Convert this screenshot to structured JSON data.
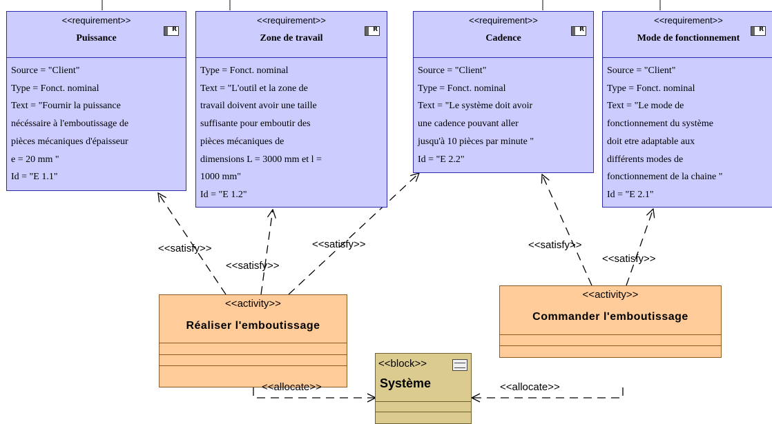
{
  "requirements": [
    {
      "stereotype": "<<requirement>>",
      "name": "Puissance",
      "lines": [
        "Source = \"Client\"",
        "Type = Fonct.   nominal",
        "Text = \"Fournir   la puissance",
        "nécéssaire à l'emboutissage de",
        "pièces mécaniques d'épaisseur",
        "e = 20 mm \"",
        "Id = \"E  1.1\""
      ]
    },
    {
      "stereotype": "<<requirement>>",
      "name": "Zone de travail",
      "lines": [
        "Type = Fonct.   nominal",
        "Text = \"L'outil    et la zone de",
        "travail doivent avoir une taille",
        "suffisante pour emboutir des",
        "pièces mécaniques de",
        "dimensions L = 3000 mm et l =",
        "1000 mm\"",
        "Id = \"E  1.2\""
      ]
    },
    {
      "stereotype": "<<requirement>>",
      "name": "Cadence",
      "lines": [
        "Source = \"Client\"",
        "Type = Fonct.   nominal",
        "Text = \"Le   système doit avoir",
        "une cadence pouvant aller",
        "jusqu'à 10 pièces par minute \"",
        "Id = \"E  2.2\""
      ]
    },
    {
      "stereotype": "<<requirement>>",
      "name": "Mode de fonctionnement",
      "lines": [
        "Source = \"Client\"",
        "Type = Fonct.   nominal",
        "Text = \"Le   mode de",
        "fonctionnement du système",
        "doit etre adaptable aux",
        "différents modes de",
        "fonctionnement de la chaine \"",
        "Id = \"E  2.1\""
      ]
    }
  ],
  "activities": [
    {
      "stereotype": "<<activity>>",
      "name": "Réaliser l'emboutissage"
    },
    {
      "stereotype": "<<activity>>",
      "name": "Commander l'emboutissage"
    }
  ],
  "block": {
    "stereotype": "<<block>>",
    "name": "Système"
  },
  "labels": {
    "satisfy": "<<satisfy>>",
    "allocate": "<<allocate>>"
  },
  "colors": {
    "requirement_fill": "#ccccff",
    "requirement_border": "#2a2ab0",
    "activity_fill": "#ffcc99",
    "block_fill": "#dccb8f"
  }
}
